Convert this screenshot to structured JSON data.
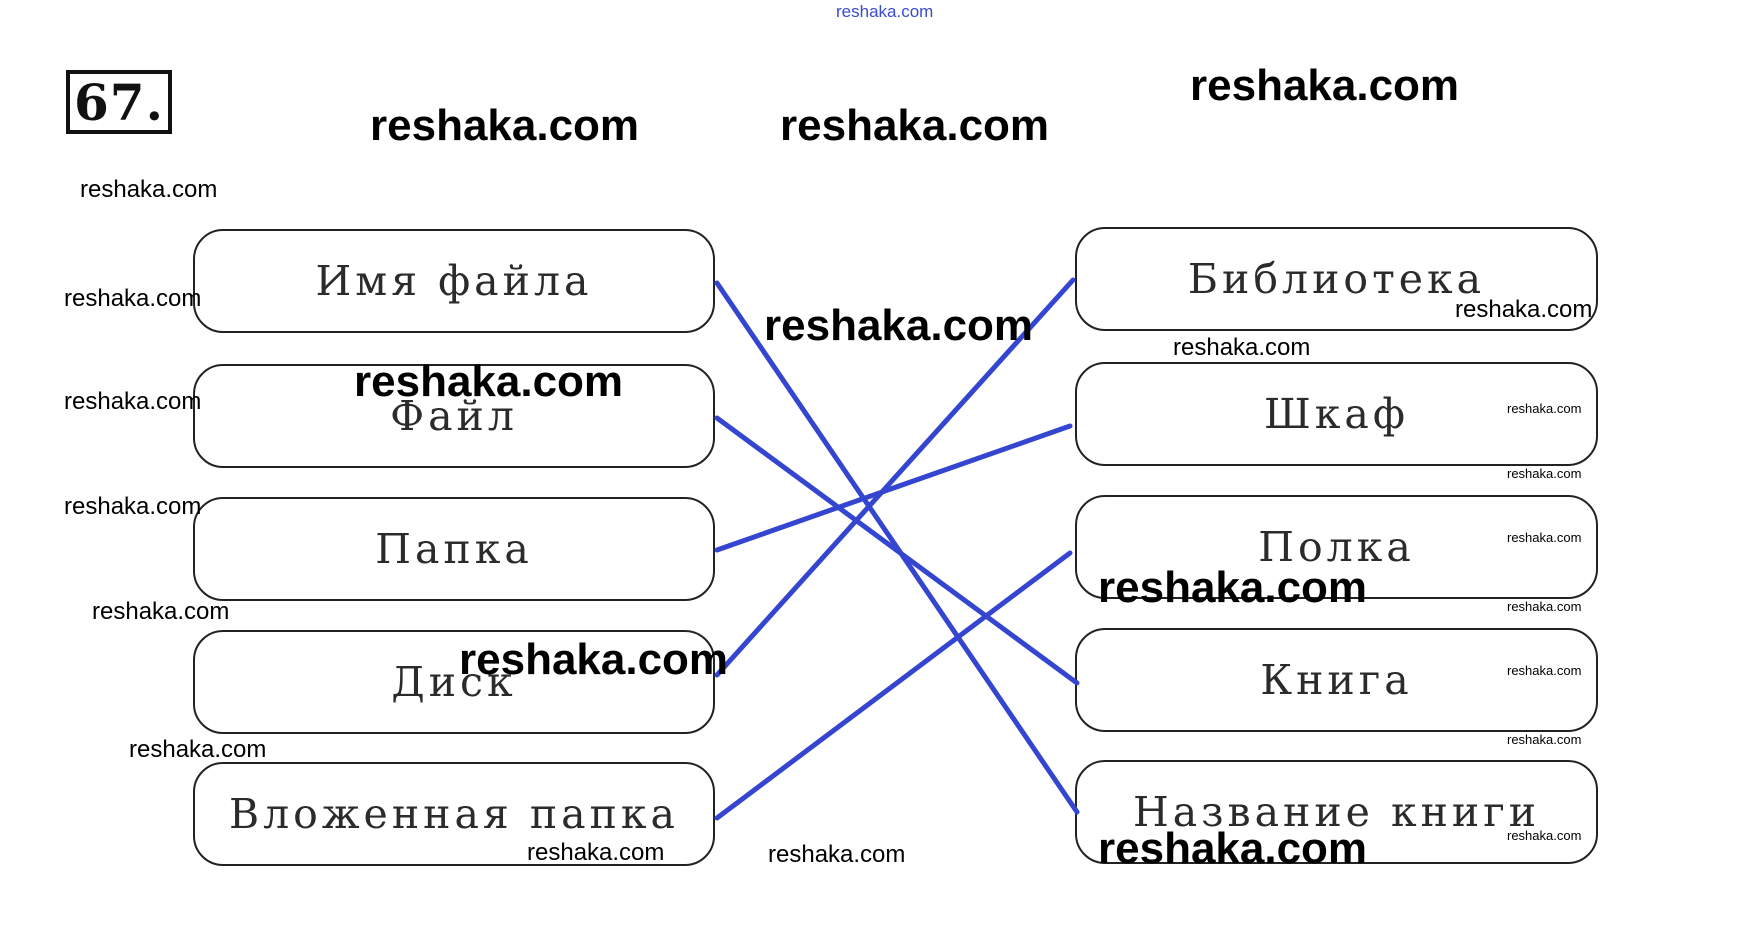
{
  "exercise_number": "67.",
  "line_color": "#3446cf",
  "left_items": [
    "Имя файла",
    "Файл",
    "Папка",
    "Диск",
    "Вложенная папка"
  ],
  "right_items": [
    "Библиотека",
    "Шкаф",
    "Полка",
    "Книга",
    "Название книги"
  ],
  "matches": [
    {
      "from": "Имя файла",
      "to": "Название книги"
    },
    {
      "from": "Файл",
      "to": "Книга"
    },
    {
      "from": "Папка",
      "to": "Шкаф"
    },
    {
      "from": "Диск",
      "to": "Библиотека"
    },
    {
      "from": "Вложенная папка",
      "to": "Полка"
    }
  ],
  "watermarks": {
    "text": "reshaka.com"
  }
}
